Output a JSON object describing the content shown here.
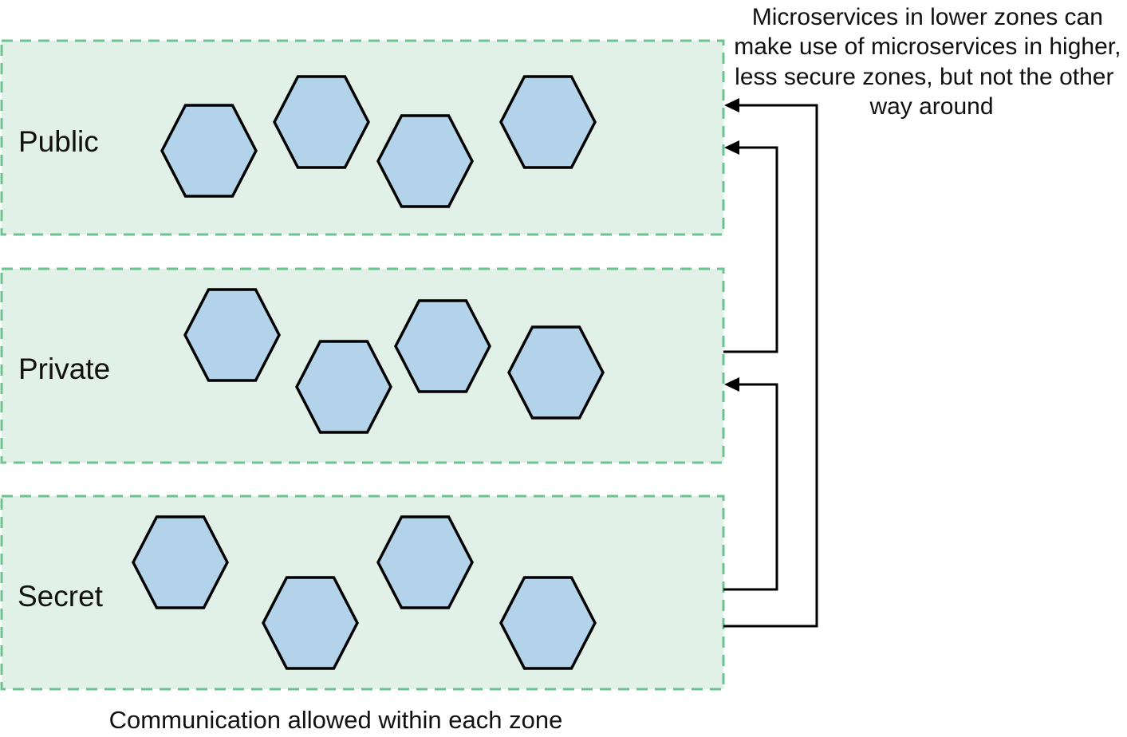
{
  "zones": [
    {
      "id": "public",
      "label": "Public"
    },
    {
      "id": "private",
      "label": "Private"
    },
    {
      "id": "secret",
      "label": "Secret"
    }
  ],
  "annotation": {
    "lines": [
      "Microservices in lower zones can",
      "make use of microservices in higher,",
      "less secure zones, but not the other",
      "way around"
    ]
  },
  "caption": "Communication allowed within each zone",
  "colors": {
    "zone_fill": "#e2f1e8",
    "zone_border": "#6cc391",
    "microservice_fill": "#b3d3ea",
    "outline": "#000000"
  },
  "icons": {
    "microservice": "hexagon"
  }
}
